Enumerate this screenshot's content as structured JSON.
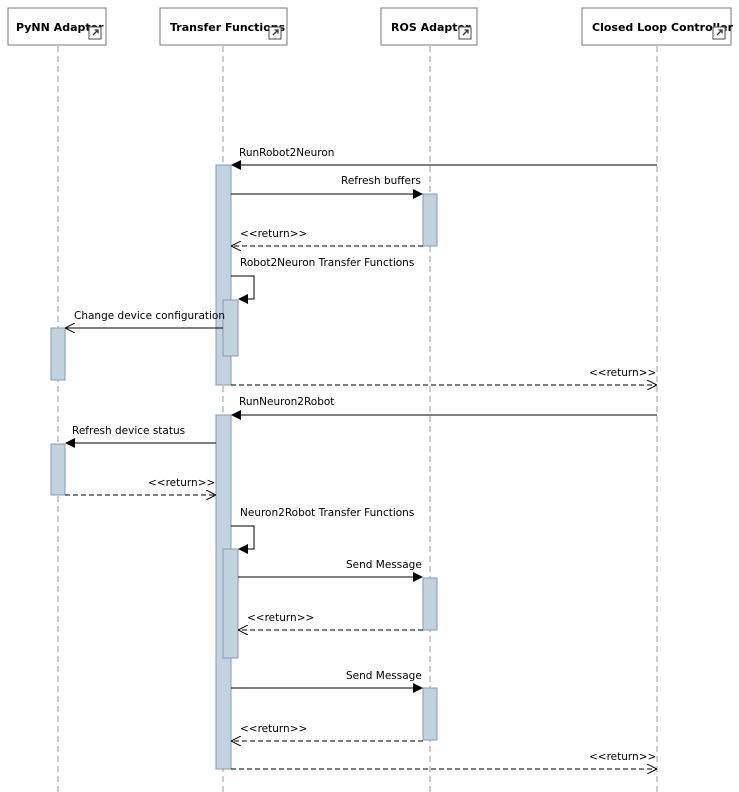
{
  "lifelines": [
    {
      "id": "pynn",
      "label": "PyNN Adapter",
      "icon": "expand-icon"
    },
    {
      "id": "tf",
      "label": "Transfer Functions",
      "icon": "expand-icon"
    },
    {
      "id": "ros",
      "label": "ROS Adapter",
      "icon": "expand-icon"
    },
    {
      "id": "clc",
      "label": "Closed Loop Controller",
      "icon": "expand-icon"
    }
  ],
  "messages": [
    {
      "from": "clc",
      "to": "tf",
      "label": "RunRobot2Neuron",
      "type": "sync"
    },
    {
      "from": "tf",
      "to": "ros",
      "label": "Refresh buffers",
      "type": "sync"
    },
    {
      "from": "ros",
      "to": "tf",
      "label": "<<return>>",
      "type": "return"
    },
    {
      "from": "tf",
      "to": "tf",
      "label": "Robot2Neuron Transfer Functions",
      "type": "self"
    },
    {
      "from": "tf",
      "to": "pynn",
      "label": "Change device configuration",
      "type": "async"
    },
    {
      "from": "tf",
      "to": "clc",
      "label": "<<return>>",
      "type": "return"
    },
    {
      "from": "clc",
      "to": "tf",
      "label": "RunNeuron2Robot",
      "type": "sync"
    },
    {
      "from": "tf",
      "to": "pynn",
      "label": "Refresh device status",
      "type": "sync"
    },
    {
      "from": "pynn",
      "to": "tf",
      "label": "<<return>>",
      "type": "return"
    },
    {
      "from": "tf",
      "to": "tf",
      "label": "Neuron2Robot Transfer Functions",
      "type": "self"
    },
    {
      "from": "tf",
      "to": "ros",
      "label": "Send Message",
      "type": "sync"
    },
    {
      "from": "ros",
      "to": "tf",
      "label": "<<return>>",
      "type": "return"
    },
    {
      "from": "tf",
      "to": "ros",
      "label": "Send Message",
      "type": "sync"
    },
    {
      "from": "ros",
      "to": "tf",
      "label": "<<return>>",
      "type": "return"
    },
    {
      "from": "tf",
      "to": "clc",
      "label": "<<return>>",
      "type": "return"
    }
  ],
  "colors": {
    "activation_fill": "#c2d2de",
    "activation_stroke": "#7f9db5",
    "lifeline_dash": "#9a9a9a"
  }
}
